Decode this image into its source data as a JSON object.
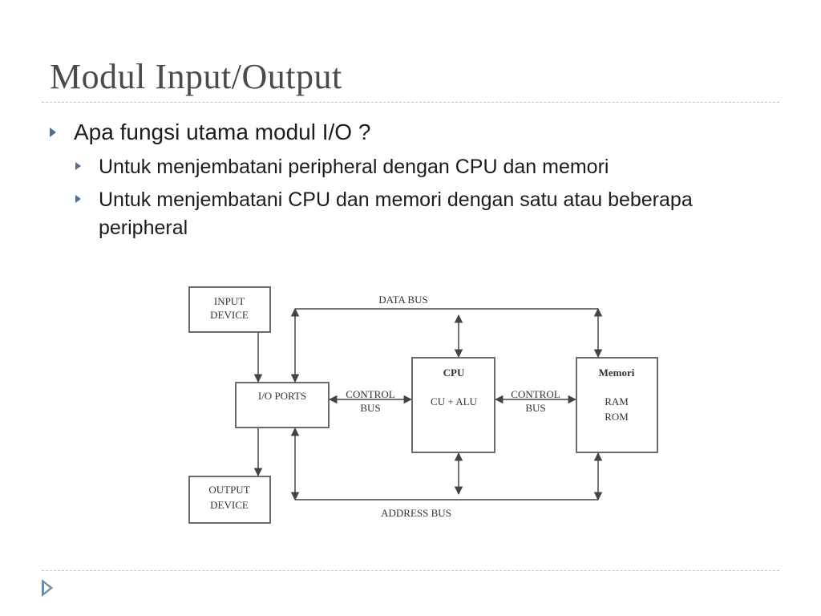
{
  "slide": {
    "title": "Modul Input/Output",
    "bullets": [
      {
        "text": "Apa fungsi utama modul I/O ?",
        "sub": [
          "Untuk menjembatani peripheral dengan CPU dan memori",
          "Untuk menjembatani CPU dan memori dengan satu atau beberapa peripheral"
        ]
      }
    ]
  },
  "diagram": {
    "input_device": [
      "INPUT",
      "DEVICE"
    ],
    "output_device": [
      "OUTPUT",
      "DEVICE"
    ],
    "io_ports": "I/O PORTS",
    "cpu": {
      "title": "CPU",
      "body": "CU + ALU"
    },
    "memory": {
      "title": "Memori",
      "lines": [
        "RAM",
        "ROM"
      ]
    },
    "control_bus_1": [
      "CONTROL",
      "BUS"
    ],
    "control_bus_2": [
      "CONTROL",
      "BUS"
    ],
    "data_bus": "DATA BUS",
    "address_bus": "ADDRESS BUS"
  },
  "nav": {
    "icon": "next-slide-icon"
  }
}
